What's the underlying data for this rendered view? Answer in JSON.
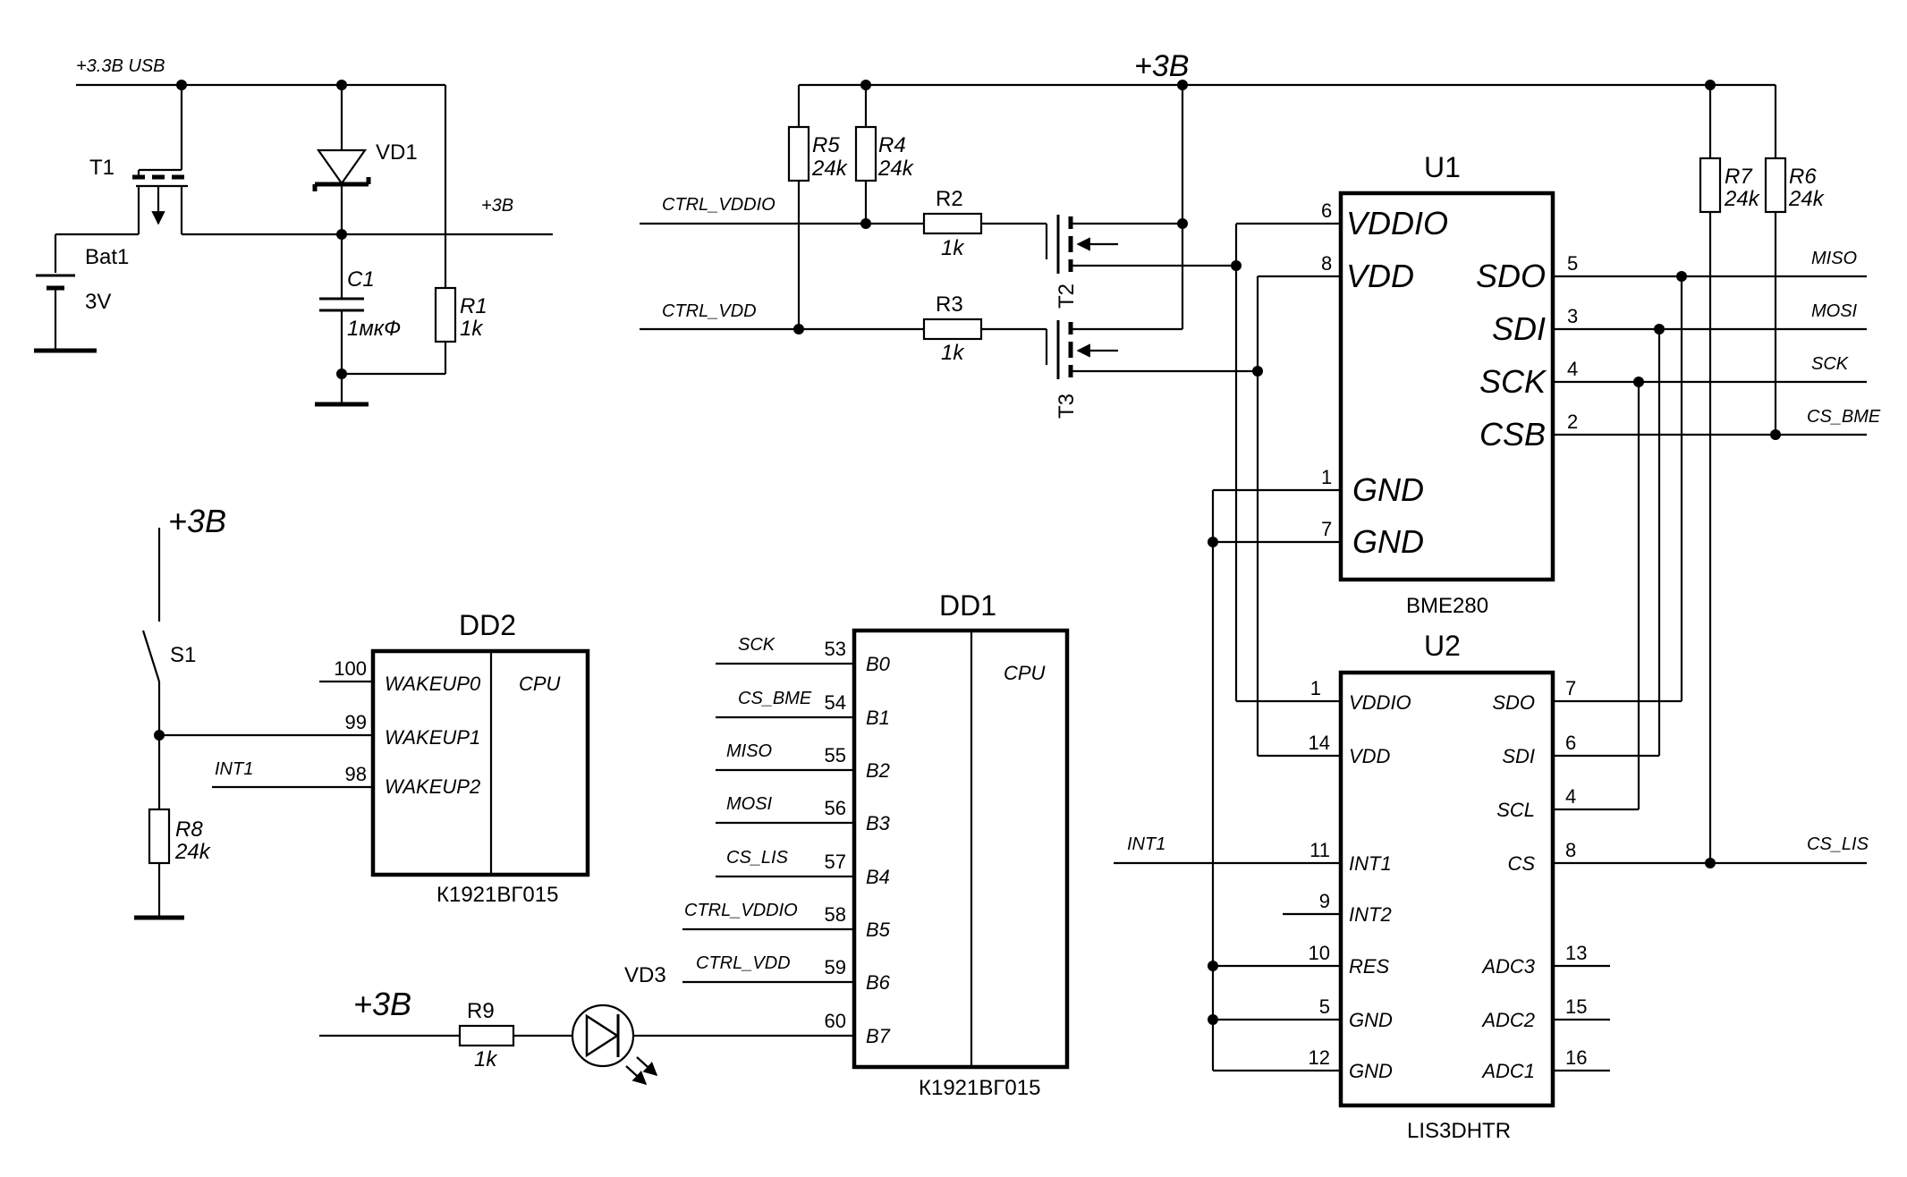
{
  "nets": {
    "v33_usb": "+3.3В USB",
    "v3_top": "+3В",
    "v3_small": "+3В",
    "v3_switch": "+3В",
    "v3_led": "+3В",
    "ctrl_vddio": "CTRL_VDDIO",
    "ctrl_vdd": "CTRL_VDD",
    "miso": "MISO",
    "mosi": "MOSI",
    "sck": "SCK",
    "cs_bme": "CS_BME",
    "cs_lis": "CS_LIS",
    "int1_dd2": "INT1",
    "int1_u2": "INT1"
  },
  "components": {
    "t1": {
      "ref": "T1"
    },
    "vd1": {
      "ref": "VD1"
    },
    "bat1": {
      "ref": "Bat1",
      "value": "3V"
    },
    "c1": {
      "ref": "C1",
      "value": "1мкФ"
    },
    "r1": {
      "ref": "R1",
      "value": "1k"
    },
    "r2": {
      "ref": "R2",
      "value": "1k"
    },
    "r3": {
      "ref": "R3",
      "value": "1k"
    },
    "r4": {
      "ref": "R4",
      "value": "24k"
    },
    "r5": {
      "ref": "R5",
      "value": "24k"
    },
    "r6": {
      "ref": "R6",
      "value": "24k"
    },
    "r7": {
      "ref": "R7",
      "value": "24k"
    },
    "r8": {
      "ref": "R8",
      "value": "24k"
    },
    "r9": {
      "ref": "R9",
      "value": "1k"
    },
    "t2": {
      "ref": "T2"
    },
    "t3": {
      "ref": "T3"
    },
    "s1": {
      "ref": "S1"
    },
    "vd3": {
      "ref": "VD3"
    }
  },
  "u1": {
    "ref": "U1",
    "part": "BME280",
    "pins_left": [
      {
        "num": "6",
        "name": "VDDIO"
      },
      {
        "num": "8",
        "name": "VDD"
      },
      {
        "num": "1",
        "name": "GND"
      },
      {
        "num": "7",
        "name": "GND"
      }
    ],
    "pins_right": [
      {
        "num": "5",
        "name": "SDO"
      },
      {
        "num": "3",
        "name": "SDI"
      },
      {
        "num": "4",
        "name": "SCK"
      },
      {
        "num": "2",
        "name": "CSB"
      }
    ]
  },
  "u2": {
    "ref": "U2",
    "part": "LIS3DHTR",
    "pins_left": [
      {
        "num": "1",
        "name": "VDDIO"
      },
      {
        "num": "14",
        "name": "VDD"
      },
      {
        "num": "11",
        "name": "INT1"
      },
      {
        "num": "9",
        "name": "INT2"
      },
      {
        "num": "10",
        "name": "RES"
      },
      {
        "num": "5",
        "name": "GND"
      },
      {
        "num": "12",
        "name": "GND"
      }
    ],
    "pins_right": [
      {
        "num": "7",
        "name": "SDO"
      },
      {
        "num": "6",
        "name": "SDI"
      },
      {
        "num": "4",
        "name": "SCL"
      },
      {
        "num": "8",
        "name": "CS"
      },
      {
        "num": "13",
        "name": "ADC3"
      },
      {
        "num": "15",
        "name": "ADC2"
      },
      {
        "num": "16",
        "name": "ADC1"
      }
    ]
  },
  "dd2": {
    "ref": "DD2",
    "part": "К1921ВГ015",
    "func": "CPU",
    "pins": [
      {
        "num": "100",
        "name": "WAKEUP0"
      },
      {
        "num": "99",
        "name": "WAKEUP1"
      },
      {
        "num": "98",
        "name": "WAKEUP2"
      }
    ]
  },
  "dd1": {
    "ref": "DD1",
    "part": "К1921ВГ015",
    "func": "CPU",
    "pins": [
      {
        "num": "53",
        "name": "B0",
        "net": "SCK"
      },
      {
        "num": "54",
        "name": "B1",
        "net": "CS_BME"
      },
      {
        "num": "55",
        "name": "B2",
        "net": "MISO"
      },
      {
        "num": "56",
        "name": "B3",
        "net": "MOSI"
      },
      {
        "num": "57",
        "name": "B4",
        "net": "CS_LIS"
      },
      {
        "num": "58",
        "name": "B5",
        "net": "CTRL_VDDIO"
      },
      {
        "num": "59",
        "name": "B6",
        "net": "CTRL_VDD"
      },
      {
        "num": "60",
        "name": "B7",
        "net": ""
      }
    ]
  }
}
